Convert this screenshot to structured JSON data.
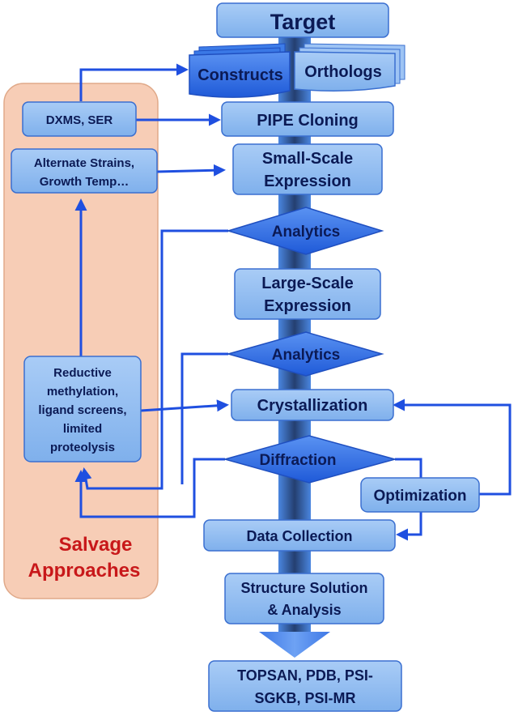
{
  "main_flow": {
    "target": "Target",
    "constructs": "Constructs",
    "orthologs": "Orthologs",
    "pipe_cloning": "PIPE Cloning",
    "small_scale_l1": "Small-Scale",
    "small_scale_l2": "Expression",
    "analytics_1": "Analytics",
    "large_scale_l1": "Large-Scale",
    "large_scale_l2": "Expression",
    "analytics_2": "Analytics",
    "crystallization": "Crystallization",
    "diffraction": "Diffraction",
    "optimization": "Optimization",
    "data_collection": "Data Collection",
    "structure_l1": "Structure Solution",
    "structure_l2": "& Analysis",
    "output_l1": "TOPSAN, PDB, PSI-",
    "output_l2": "SGKB, PSI-MR"
  },
  "salvage": {
    "title_l1": "Salvage",
    "title_l2": "Approaches",
    "dxms": "DXMS, SER",
    "strains_l1": "Alternate Strains,",
    "strains_l2": "Growth Temp…",
    "reductive_l1": "Reductive",
    "reductive_l2": "methylation,",
    "reductive_l3": "ligand screens,",
    "reductive_l4": "limited",
    "reductive_l5": "proteolysis"
  },
  "colors": {
    "box_fill": "#8fbdf2",
    "box_stroke": "#3a6fd0",
    "diamond_fill": "#2f6fe8",
    "arrow": "#1f4fe0",
    "spine": "#2d4d80",
    "salvage_bg": "#f7cdb6",
    "salvage_title": "#c8181a"
  }
}
